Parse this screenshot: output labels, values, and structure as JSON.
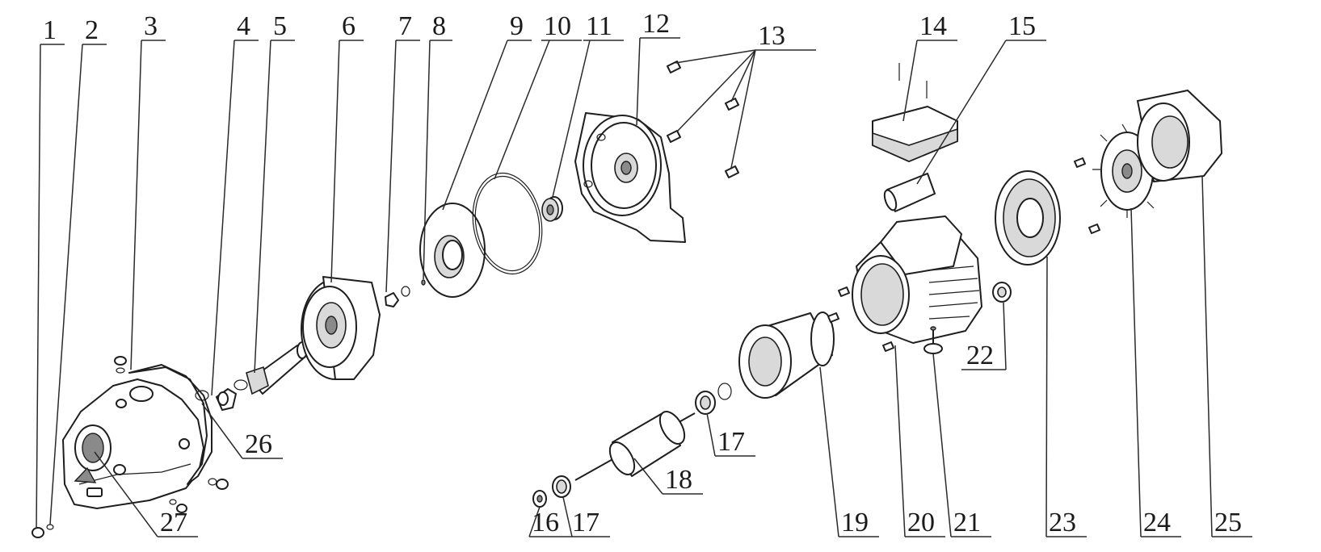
{
  "callouts": [
    "1",
    "2",
    "3",
    "4",
    "5",
    "6",
    "7",
    "8",
    "9",
    "10",
    "11",
    "12",
    "13",
    "14",
    "15",
    "16",
    "17",
    "18",
    "19",
    "20",
    "21",
    "22",
    "23",
    "24",
    "25",
    "26",
    "27"
  ],
  "extra_callouts": {
    "bearing_17b": "17"
  },
  "colors": {
    "line": "#1e1e1e",
    "background": "#ffffff",
    "shade": "#d9d9d9"
  },
  "parts_drawn": [
    "plug",
    "o-ring",
    "pump-casing",
    "injector",
    "venturi",
    "diffuser",
    "nut",
    "washer",
    "key",
    "impeller",
    "casing-o-ring",
    "mechanical-seal",
    "motor-bracket",
    "screws",
    "capacitor-box",
    "capacitor",
    "bearing",
    "rotor-shaft",
    "stator",
    "motor-housing",
    "terminal",
    "cable-gland",
    "rear-cover",
    "fan",
    "fan-cover"
  ]
}
